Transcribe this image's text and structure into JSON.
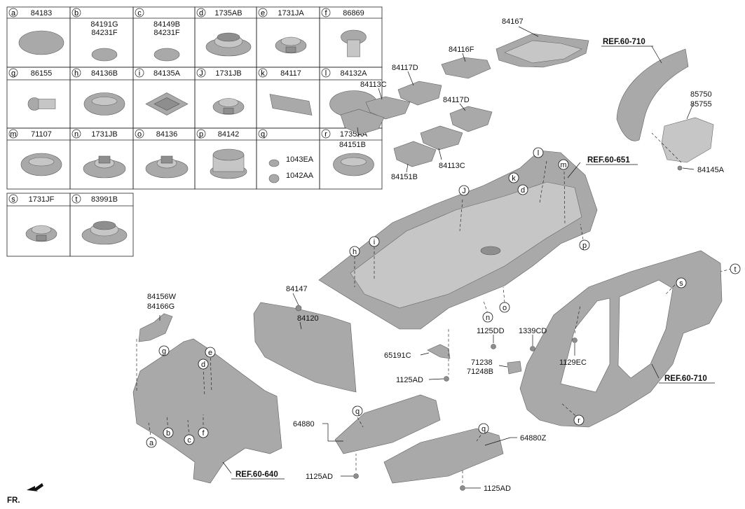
{
  "legend_cells": [
    {
      "letter": "a",
      "parts": [
        "84183"
      ]
    },
    {
      "letter": "b",
      "parts": [
        "84191G",
        "84231F"
      ]
    },
    {
      "letter": "c",
      "parts": [
        "84149B",
        "84231F"
      ]
    },
    {
      "letter": "d",
      "parts": [
        "1735AB"
      ]
    },
    {
      "letter": "e",
      "parts": [
        "1731JA"
      ]
    },
    {
      "letter": "f",
      "parts": [
        "86869"
      ]
    },
    {
      "letter": "g",
      "parts": [
        "86155"
      ]
    },
    {
      "letter": "h",
      "parts": [
        "84136B"
      ]
    },
    {
      "letter": "i",
      "parts": [
        "84135A"
      ]
    },
    {
      "letter": "J",
      "parts": [
        "1731JB"
      ]
    },
    {
      "letter": "k",
      "parts": [
        "84117"
      ]
    },
    {
      "letter": "l",
      "parts": [
        "84132A"
      ]
    },
    {
      "letter": "m",
      "parts": [
        "71107"
      ]
    },
    {
      "letter": "n",
      "parts": [
        "1731JB"
      ]
    },
    {
      "letter": "o",
      "parts": [
        "84136"
      ]
    },
    {
      "letter": "p",
      "parts": [
        "84142"
      ]
    },
    {
      "letter": "q",
      "parts": [],
      "sub_parts": [
        "1043EA",
        "1042AA"
      ]
    },
    {
      "letter": "r",
      "parts": [
        "1735AA"
      ]
    },
    {
      "letter": "s",
      "parts": [
        "1731JF"
      ]
    },
    {
      "letter": "t",
      "parts": [
        "83991B"
      ]
    }
  ],
  "part_labels": {
    "p84167": "84167",
    "p84116F": "84116F",
    "p84117D_a": "84117D",
    "p84113C_a": "84113C",
    "p84151B_a": "84151B",
    "p84117D_b": "84117D",
    "p84113C_b": "84113C",
    "p84151B_b": "84151B",
    "p85750": "85750",
    "p85755": "85755",
    "p84145A": "84145A",
    "p84156W": "84156W",
    "p84166G": "84166G",
    "p84147": "84147",
    "p84120": "84120",
    "p65191C": "65191C",
    "p1125DD": "1125DD",
    "p1339CD": "1339CD",
    "p71238": "71238",
    "p71248B": "71248B",
    "p1129EC": "1129EC",
    "p1125AD_a": "1125AD",
    "p64880": "64880",
    "p64880Z": "64880Z",
    "p1125AD_b": "1125AD",
    "p1125AD_c": "1125AD"
  },
  "refs": {
    "ref_60_710_top": "REF.60-710",
    "ref_60_651": "REF.60-651",
    "ref_60_710_side": "REF.60-710",
    "ref_60_640": "REF.60-640"
  },
  "callouts": {
    "k": "k",
    "l": "l",
    "d_floor": "d",
    "m": "m",
    "J": "J",
    "p": "p",
    "h": "h",
    "i": "i",
    "o": "o",
    "n": "n",
    "s": "s",
    "t": "t",
    "r": "r",
    "q_a": "q",
    "q_b": "q",
    "g": "g",
    "e": "e",
    "d_front": "d",
    "a": "a",
    "b": "b",
    "c": "c",
    "f": "f"
  },
  "fr_label": "FR."
}
